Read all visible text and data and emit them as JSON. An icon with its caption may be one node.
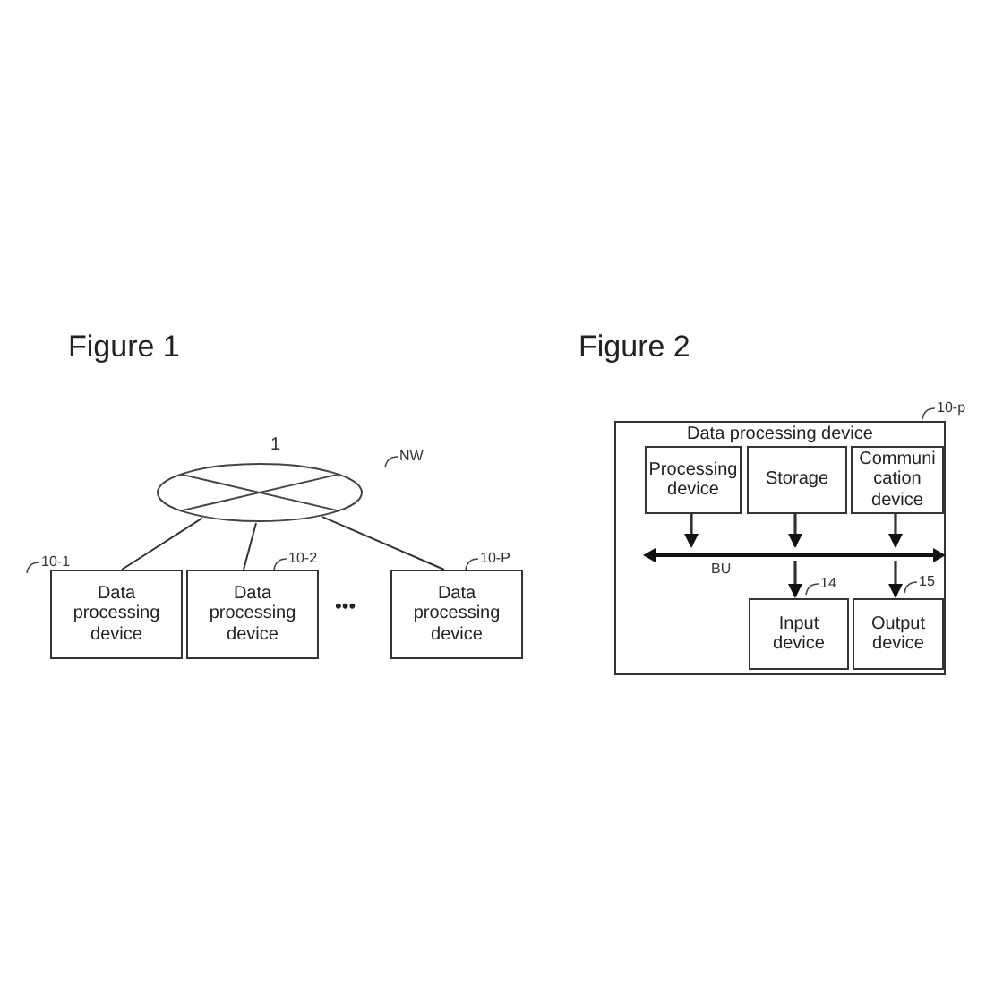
{
  "diagram": {
    "nodes": [
      {
        "text": [],
        "shape": "ellipse",
        "beside": [
          "1",
          "NW"
        ]
      },
      {
        "text": [
          "Data processing device"
        ],
        "beside": [
          "10-1"
        ]
      },
      {
        "text": [
          "Data processing device"
        ],
        "beside": [
          "10-2"
        ]
      },
      {
        "text": [
          "Data processing device"
        ],
        "beside": [
          "10-P"
        ]
      },
      {
        "text": [
          "Data processing device"
        ],
        "beside": [
          "10-p"
        ]
      },
      {
        "text": [
          "Processing device"
        ],
        "in": 4
      },
      {
        "text": [
          "Storage"
        ],
        "in": 4
      },
      {
        "text": [
          "Communi cation device"
        ],
        "in": 4
      },
      {
        "text": [],
        "shape": "bar",
        "in": 4,
        "beside": [
          "BU"
        ]
      },
      {
        "text": [
          "Input device"
        ],
        "in": 4,
        "beside": [
          "14"
        ]
      },
      {
        "text": [
          "Output device"
        ],
        "in": 4,
        "beside": [
          "15"
        ]
      }
    ],
    "edges": [
      {
        "from": 0,
        "to": 1,
        "arrow": "none"
      },
      {
        "from": 0,
        "to": 2,
        "arrow": "none"
      },
      {
        "from": 0,
        "to": 3,
        "arrow": "none"
      },
      {
        "from": 5,
        "to": 8,
        "arrow": "to"
      },
      {
        "from": 6,
        "to": 8,
        "arrow": "to"
      },
      {
        "from": 7,
        "to": 8,
        "arrow": "to"
      },
      {
        "from": 8,
        "to": 9,
        "arrow": "to"
      },
      {
        "from": 8,
        "to": 10,
        "arrow": "to"
      }
    ],
    "labels": [
      "Figure 1",
      "Figure 2",
      "•••"
    ]
  }
}
